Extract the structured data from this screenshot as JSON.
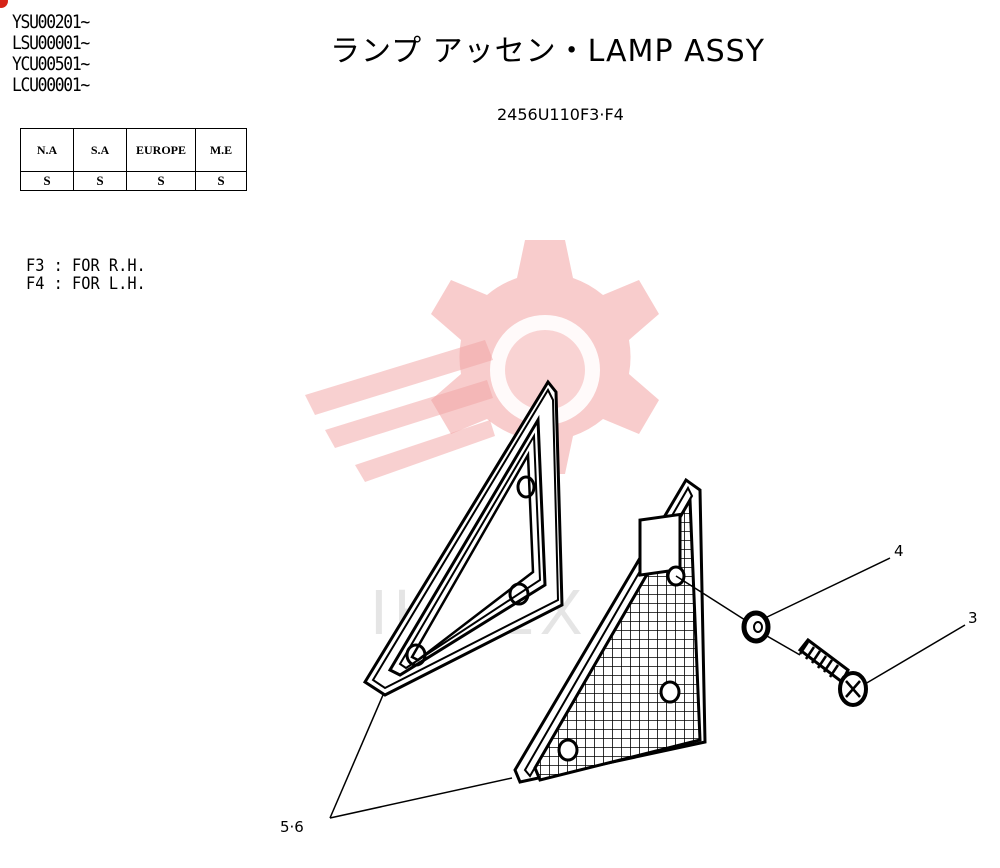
{
  "header": {
    "title": "ランプ アッセン・LAMP ASSY",
    "part_number": "2456U110F3·F4"
  },
  "serials": [
    "YSU00201~",
    "LSU00001~",
    "YCU00501~",
    "LCU00001~"
  ],
  "regions": {
    "headers": [
      "N.A",
      "S.A",
      "EUROPE",
      "M.E"
    ],
    "values": [
      "S",
      "S",
      "S",
      "S"
    ]
  },
  "legend": [
    "F3 : FOR R.H.",
    "F4 : FOR L.H."
  ],
  "callouts": {
    "washer": "4",
    "screw": "3",
    "reflector_set": "5·6"
  },
  "watermark_text": "IHTEX",
  "colors": {
    "watermark": "#f2a3a3",
    "line": "#000000",
    "corner_mark": "#d62418"
  }
}
